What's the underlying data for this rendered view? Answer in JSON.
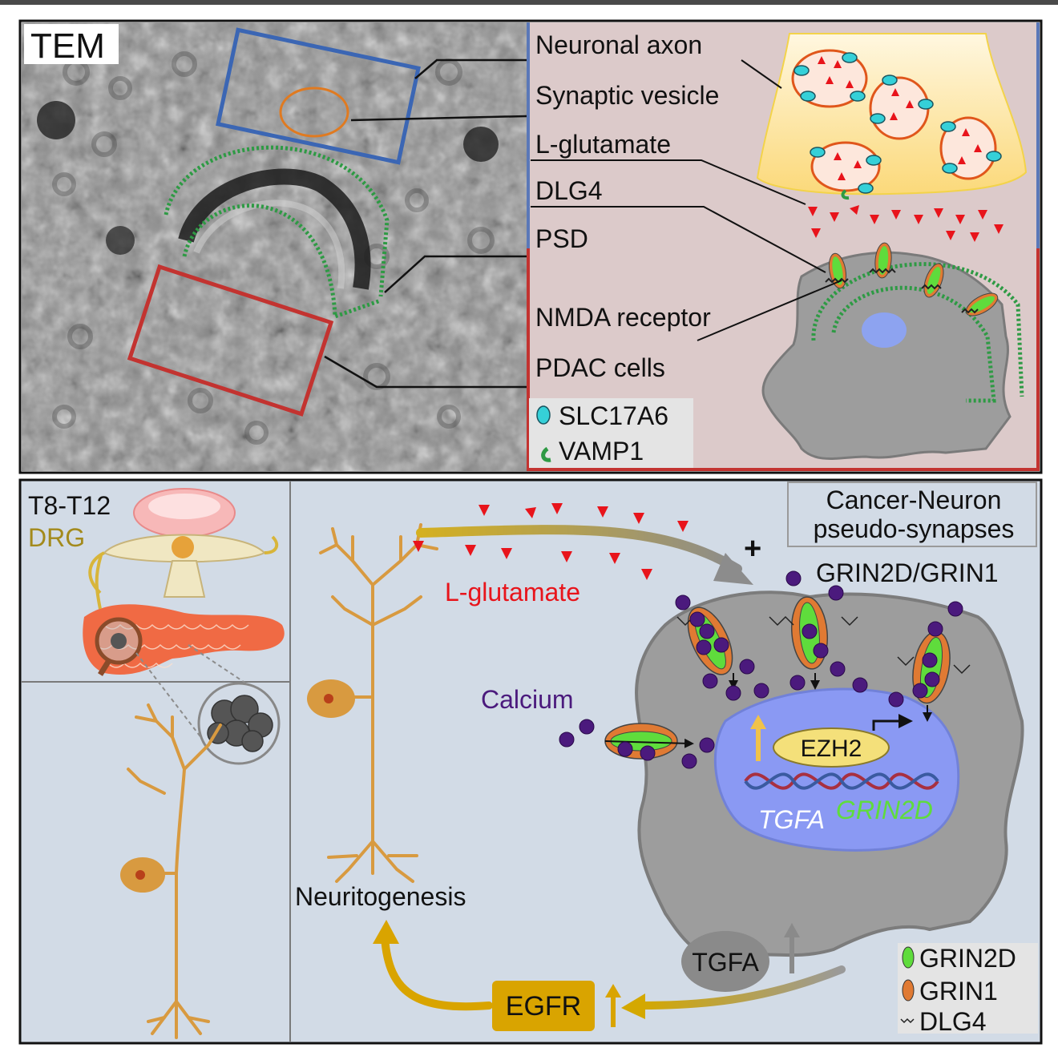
{
  "top_panel": {
    "tem_label": "TEM",
    "callouts": {
      "neuronal_axon": "Neuronal axon",
      "synaptic_vesicle": "Synaptic vesicle",
      "l_glutamate": "L-glutamate",
      "dlg4": "DLG4",
      "psd": "PSD",
      "nmda_receptor": "NMDA receptor",
      "pdac_cells": "PDAC cells"
    },
    "legend": {
      "slc17a6": "SLC17A6",
      "vamp1": "VAMP1"
    }
  },
  "bottom_panel": {
    "vertebra_label": "T8-T12",
    "drg_label": "DRG",
    "box_title_line1": "Cancer-Neuron",
    "box_title_line2": "pseudo-synapses",
    "plus_sign": "+",
    "receptor_label": "GRIN2D/GRIN1",
    "glutamate_label": "L-glutamate",
    "calcium_label": "Calcium",
    "ezh2_label": "EZH2",
    "tgfa_gene_label": "TGFA",
    "grin2d_gene_label": "GRIN2D",
    "neuritogenesis_label": "Neuritogenesis",
    "tgfa_protein_label": "TGFA",
    "egfr_label": "EGFR",
    "legend": {
      "grin2d": "GRIN2D",
      "grin1": "GRIN1",
      "dlg4": "DLG4"
    }
  },
  "colors": {
    "glutamate": "#e8141b",
    "calcium": "#4b1a7d",
    "grin2d": "#5fdc3c",
    "grin1": "#e07a33",
    "neuron": "#d89a40",
    "egfr_box": "#d9a400",
    "psd_dotted": "#2e9a44",
    "panel_background": "#d2dbe6",
    "top_right_background": "#dccaca"
  }
}
